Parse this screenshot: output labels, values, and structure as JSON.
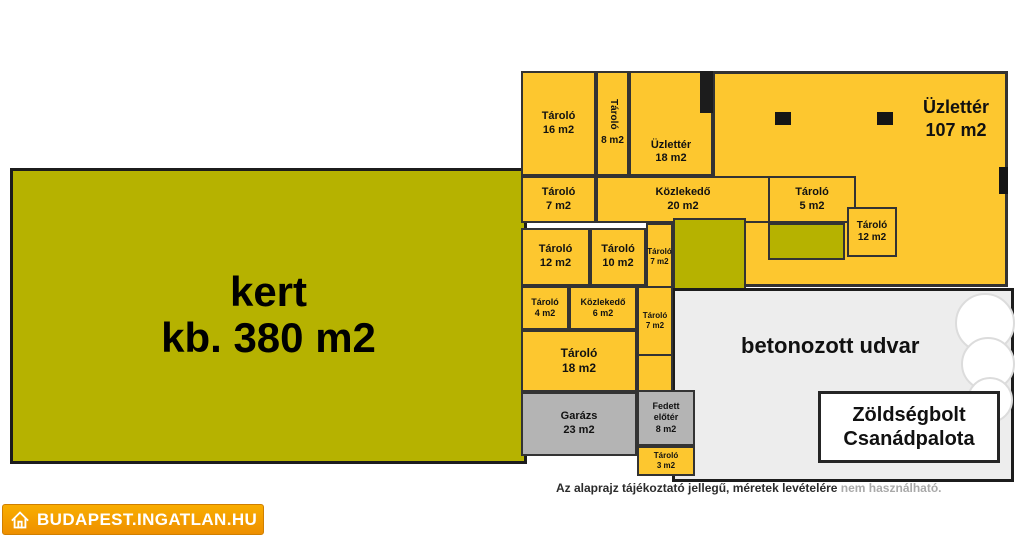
{
  "colors": {
    "garden_olive": "#b6b200",
    "plan_yellow": "#fdc72f",
    "wall": "#333333",
    "gray_room": "#b4b4b4",
    "yard_gray": "#ededed",
    "logo_orange": "#ee8f00"
  },
  "garden": {
    "title": "kert",
    "subtitle": "kb. 380 m2"
  },
  "rooms": {
    "tarolo16": {
      "name": "Tároló",
      "area": "16 m2"
    },
    "tarolo8": {
      "name": "Tároló",
      "area": "8 m2"
    },
    "uzletter18": {
      "name": "Üzlettér",
      "area": "18 m2"
    },
    "uzletter107": {
      "name": "Üzlettér",
      "area": "107 m2"
    },
    "tarolo7_top": {
      "name": "Tároló",
      "area": "7 m2"
    },
    "kozlekedo20": {
      "name": "Közlekedő",
      "area": "20 m2"
    },
    "tarolo5": {
      "name": "Tároló",
      "area": "5 m2"
    },
    "tarolo12_right": {
      "name": "Tároló",
      "area": "12 m2"
    },
    "tarolo12_left": {
      "name": "Tároló",
      "area": "12 m2"
    },
    "tarolo10": {
      "name": "Tároló",
      "area": "10 m2"
    },
    "tarolo7_mid": {
      "name": "Tároló",
      "area": "7 m2"
    },
    "tarolo4": {
      "name": "Tároló",
      "area": "4 m2"
    },
    "kozlekedo6": {
      "name": "Közlekedő",
      "area": "6 m2"
    },
    "tarolo7_low": {
      "name": "Tároló",
      "area": "7 m2"
    },
    "tarolo18": {
      "name": "Tároló",
      "area": "18 m2"
    },
    "garazs": {
      "name": "Garázs",
      "area": "23 m2"
    },
    "fedett_eloter": {
      "name": "Fedett előtér",
      "area": "8 m2"
    },
    "tarolo3": {
      "name": "Tároló",
      "area": "3 m2"
    }
  },
  "yard": {
    "label": "betonozott udvar"
  },
  "shop": {
    "line1": "Zöldségbolt",
    "line2": "Csanádpalota"
  },
  "disclaimer": {
    "main": "Az alaprajz tájékoztató jellegű, méretek levételére ",
    "faded": "nem használható."
  },
  "logo": {
    "text": "BUDAPEST.INGATLAN.HU"
  }
}
